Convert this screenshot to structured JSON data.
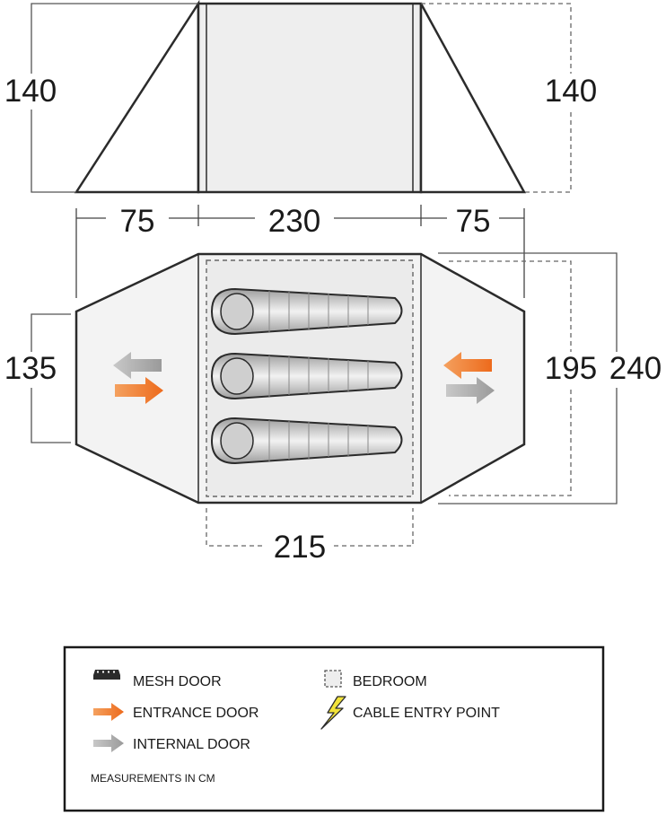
{
  "dimensions": {
    "elevation_height_left": "140",
    "elevation_height_right": "140",
    "porch_left_depth": "75",
    "bedroom_length": "230",
    "porch_right_depth": "75",
    "porch_width": "135",
    "bedroom_width": "195",
    "overall_width": "240",
    "bedroom_inner_length": "215"
  },
  "legend": {
    "mesh_door": "MESH DOOR",
    "entrance_door": "ENTRANCE DOOR",
    "internal_door": "INTERNAL DOOR",
    "bedroom": "BEDROOM",
    "cable_entry": "CABLE ENTRY POINT",
    "units_note": "MEASUREMENTS IN CM"
  },
  "colors": {
    "outline": "#2b2b2b",
    "bedroom_fill": "#eeeeee",
    "tent_fill": "#f3f3f3",
    "entrance_arrow": "#f07d2a",
    "internal_arrow": "#a6a6a6",
    "cable_bolt": "#f2e33a",
    "sleeping_bag": "#d9d9d9"
  },
  "icons": {
    "mesh_door": "mesh-door-icon",
    "entrance_door": "orange-arrow-icon",
    "internal_door": "gray-arrow-icon",
    "bedroom": "dashed-square-icon",
    "cable_entry": "lightning-bolt-icon"
  }
}
